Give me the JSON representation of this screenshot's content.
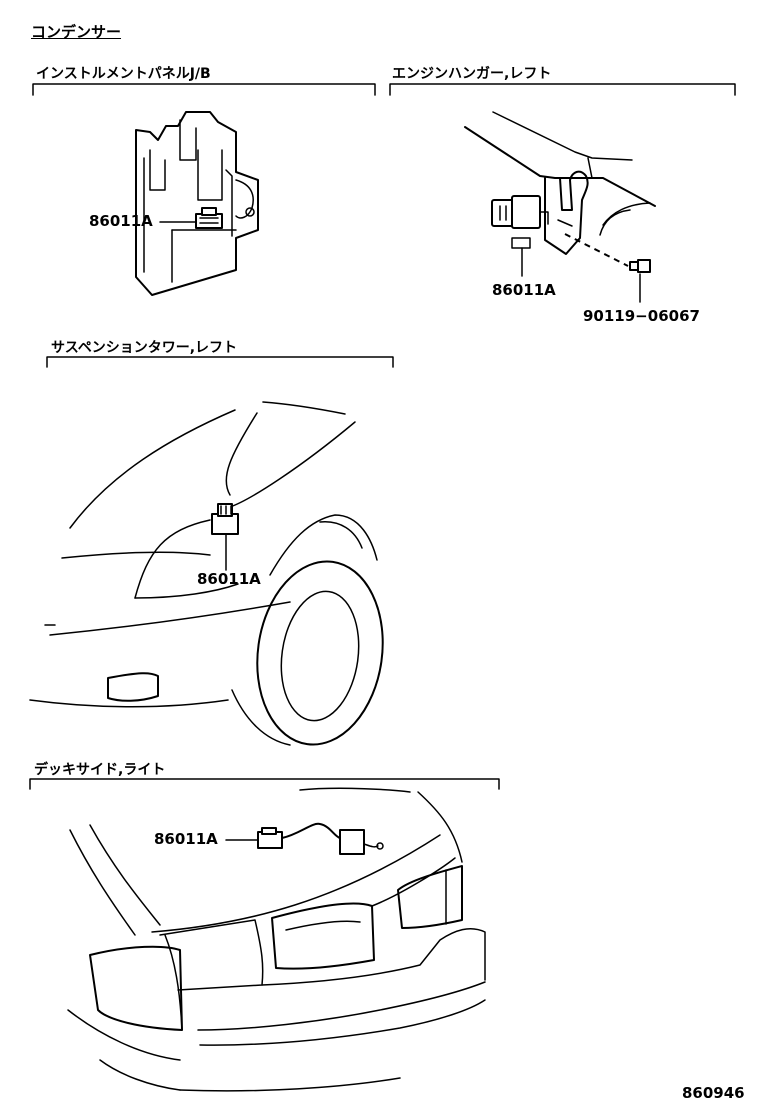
{
  "page_title": "コンデンサー",
  "sections": {
    "instrument_panel": {
      "title": "インストルメントパネルJ/B",
      "part": "86011A"
    },
    "engine_hanger": {
      "title": "エンジンハンガー,レフト",
      "part": "86011A",
      "bolt": "90119−06067"
    },
    "suspension_tower": {
      "title": "サスペンションタワー,レフト",
      "part": "86011A"
    },
    "deck_side": {
      "title": "デッキサイド,ライト",
      "part": "86011A"
    }
  },
  "diagram_number": "860946"
}
